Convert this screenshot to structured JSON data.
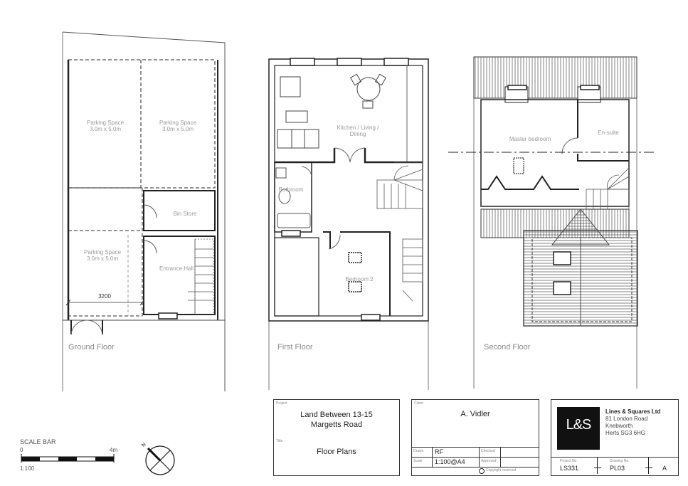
{
  "drawing": {
    "ground_floor": {
      "title": "Ground Floor",
      "rooms": [
        {
          "name": "Parking Space",
          "size": "3.0m x 5.0m"
        },
        {
          "name": "Parking Space",
          "size": "3.0m x 5.0m"
        },
        {
          "name": "Parking Space",
          "size": "3.0m x 5.0m"
        },
        {
          "name": "Bin Store"
        },
        {
          "name": "Entrance Hall"
        }
      ],
      "dimension": "3200"
    },
    "first_floor": {
      "title": "First Floor",
      "rooms": [
        {
          "name": "Kitchen / Living /",
          "name2": "Dining"
        },
        {
          "name": "Bathroom"
        },
        {
          "name": "Bedroom 2"
        }
      ]
    },
    "second_floor": {
      "title": "Second Floor",
      "rooms": [
        {
          "name": "Master bedroom"
        },
        {
          "name": "En-suite"
        }
      ]
    }
  },
  "scale_bar": {
    "title": "SCALE BAR",
    "start": "0",
    "end": "4m",
    "ratio": "1:100"
  },
  "north_arrow": {
    "label": "N"
  },
  "title_block": {
    "project_label": "Project",
    "project_line1": "Land Between 13-15",
    "project_line2": "Margetts Road",
    "title_label": "Title",
    "title": "Floor Plans",
    "client_label": "Client",
    "client": "A. Vidler",
    "drawn_label": "Drawn",
    "drawn": "RF",
    "checked_label": "Checked",
    "checked": "",
    "scale_label": "Scale",
    "scale": "1:100@A4",
    "approved_label": "Approved",
    "approved": "",
    "copyright": "Copyright reserved",
    "company_logo": "L&S",
    "company_name": "Lines & Squares Ltd",
    "address1": "81 London Road",
    "address2": "Knebworth",
    "address3": "Herts SG3 6HG",
    "project_no_label": "Project No.",
    "project_no": "LS331",
    "drawing_no_label": "Drawing No.",
    "drawing_no": "PL03",
    "revision": "A"
  }
}
